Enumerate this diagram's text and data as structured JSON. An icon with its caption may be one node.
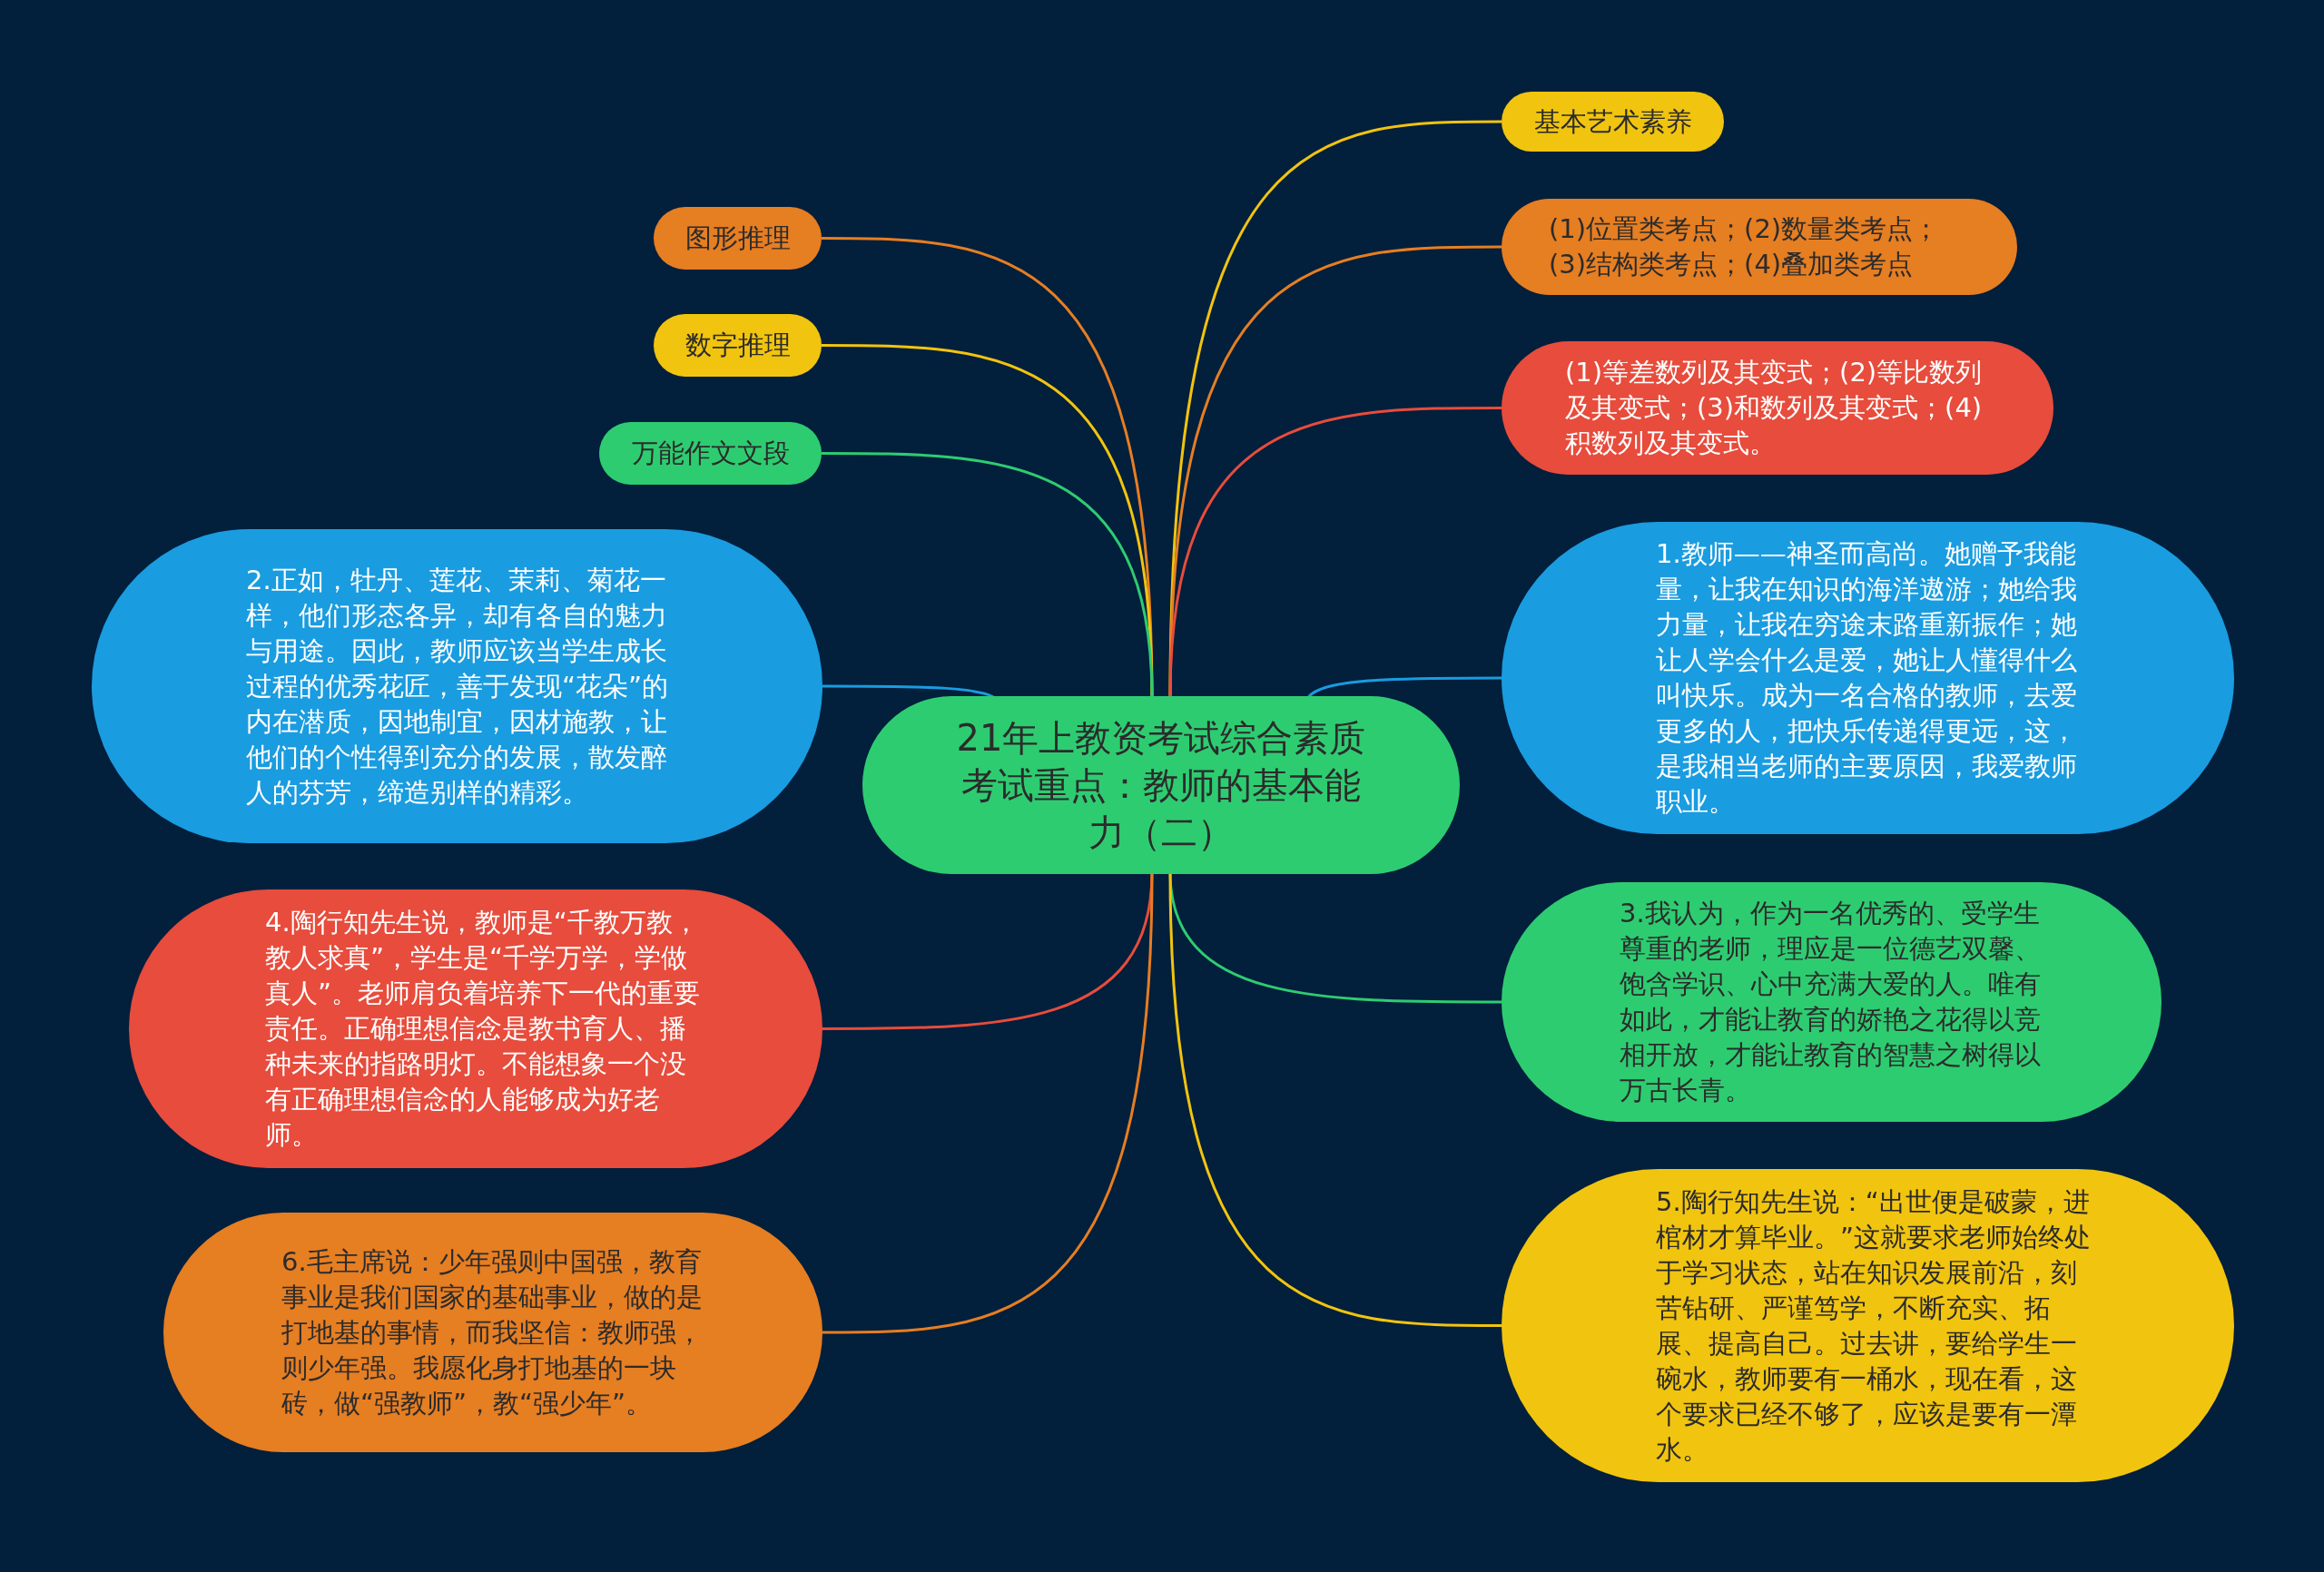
{
  "diagram": {
    "nodes": [
      {
        "text": [
          "21年上教资考试综合素质考试重点：教师的基本能力（二）"
        ]
      },
      {
        "text": [
          "图形推理"
        ]
      },
      {
        "text": [
          "数字推理"
        ]
      },
      {
        "text": [
          "万能作文文段"
        ]
      },
      {
        "text": [
          "2.正如，牡丹、莲花、茉莉、菊花一样，他们形态各异，却有各自的魅力与用途。因此，教师应该当学生成长过程的优秀花匠，善于发现“花朵”的内在潜质，因地制宜，因材施教，让他们的个性得到充分的发展，散发醉人的芬芳，缔造别样的精彩。"
        ]
      },
      {
        "text": [
          "4.陶行知先生说，教师是“千教万教，教人求真”，学生是“千学万学，学做真人”。老师肩负着培养下一代的重要责任。正确理想信念是教书育人、播种未来的指路明灯。不能想象一个没有正确理想信念的人能够成为好老师。"
        ]
      },
      {
        "text": [
          "6.毛主席说：少年强则中国强，教育事业是我们国家的基础事业，做的是打地基的事情，而我坚信：教师强，则少年强。我愿化身打地基的一块砖，做“强教师”，教“强少年”。"
        ]
      },
      {
        "text": [
          "基本艺术素养"
        ]
      },
      {
        "text": [
          "(1)位置类考点；(2)数量类考点；(3)结构类考点；(4)叠加类考点"
        ]
      },
      {
        "text": [
          "(1)等差数列及其变式；(2)等比数列及其变式；(3)和数列及其变式；(4)积数列及其变式。"
        ]
      },
      {
        "text": [
          "1.教师——神圣而高尚。她赠予我能量，让我在知识的海洋遨游；她给我力量，让我在穷途末路重新振作；她让人学会什么是爱，她让人懂得什么叫快乐。成为一名合格的教师，去爱更多的人，把快乐传递得更远，这，是我相当老师的主要原因，我爱教师职业。"
        ]
      },
      {
        "text": [
          "3.我认为，作为一名优秀的、受学生尊重的老师，理应是一位德艺双馨、饱含学识、心中充满大爱的人。唯有如此，才能让教育的娇艳之花得以竞相开放，才能让教育的智慧之树得以万古长青。"
        ]
      },
      {
        "text": [
          "5.陶行知先生说：“出世便是破蒙，进棺材才算毕业。”这就要求老师始终处于学习状态，站在知识发展前沿，刻苦钻研、严谨笃学，不断充实、拓展、提高自己。过去讲，要给学生一碗水，教师要有一桶水，现在看，这个要求已经不够了，应该是要有一潭水。"
        ]
      }
    ],
    "edges": [
      {
        "from": 0,
        "to": 1,
        "arrow": "none",
        "color": "#e67e22"
      },
      {
        "from": 0,
        "to": 2,
        "arrow": "none",
        "color": "#f1c40f"
      },
      {
        "from": 0,
        "to": 3,
        "arrow": "none",
        "color": "#2ecc71"
      },
      {
        "from": 0,
        "to": 4,
        "arrow": "none",
        "color": "#1a9ce0"
      },
      {
        "from": 0,
        "to": 5,
        "arrow": "none",
        "color": "#e74c3c"
      },
      {
        "from": 0,
        "to": 6,
        "arrow": "none",
        "color": "#e67e22"
      },
      {
        "from": 0,
        "to": 7,
        "arrow": "none",
        "color": "#f1c40f"
      },
      {
        "from": 0,
        "to": 8,
        "arrow": "none",
        "color": "#e67e22"
      },
      {
        "from": 0,
        "to": 9,
        "arrow": "none",
        "color": "#e74c3c"
      },
      {
        "from": 0,
        "to": 10,
        "arrow": "none",
        "color": "#1a9ce0"
      },
      {
        "from": 0,
        "to": 11,
        "arrow": "none",
        "color": "#2ecc71"
      },
      {
        "from": 0,
        "to": 12,
        "arrow": "none",
        "color": "#f1c40f"
      }
    ]
  }
}
